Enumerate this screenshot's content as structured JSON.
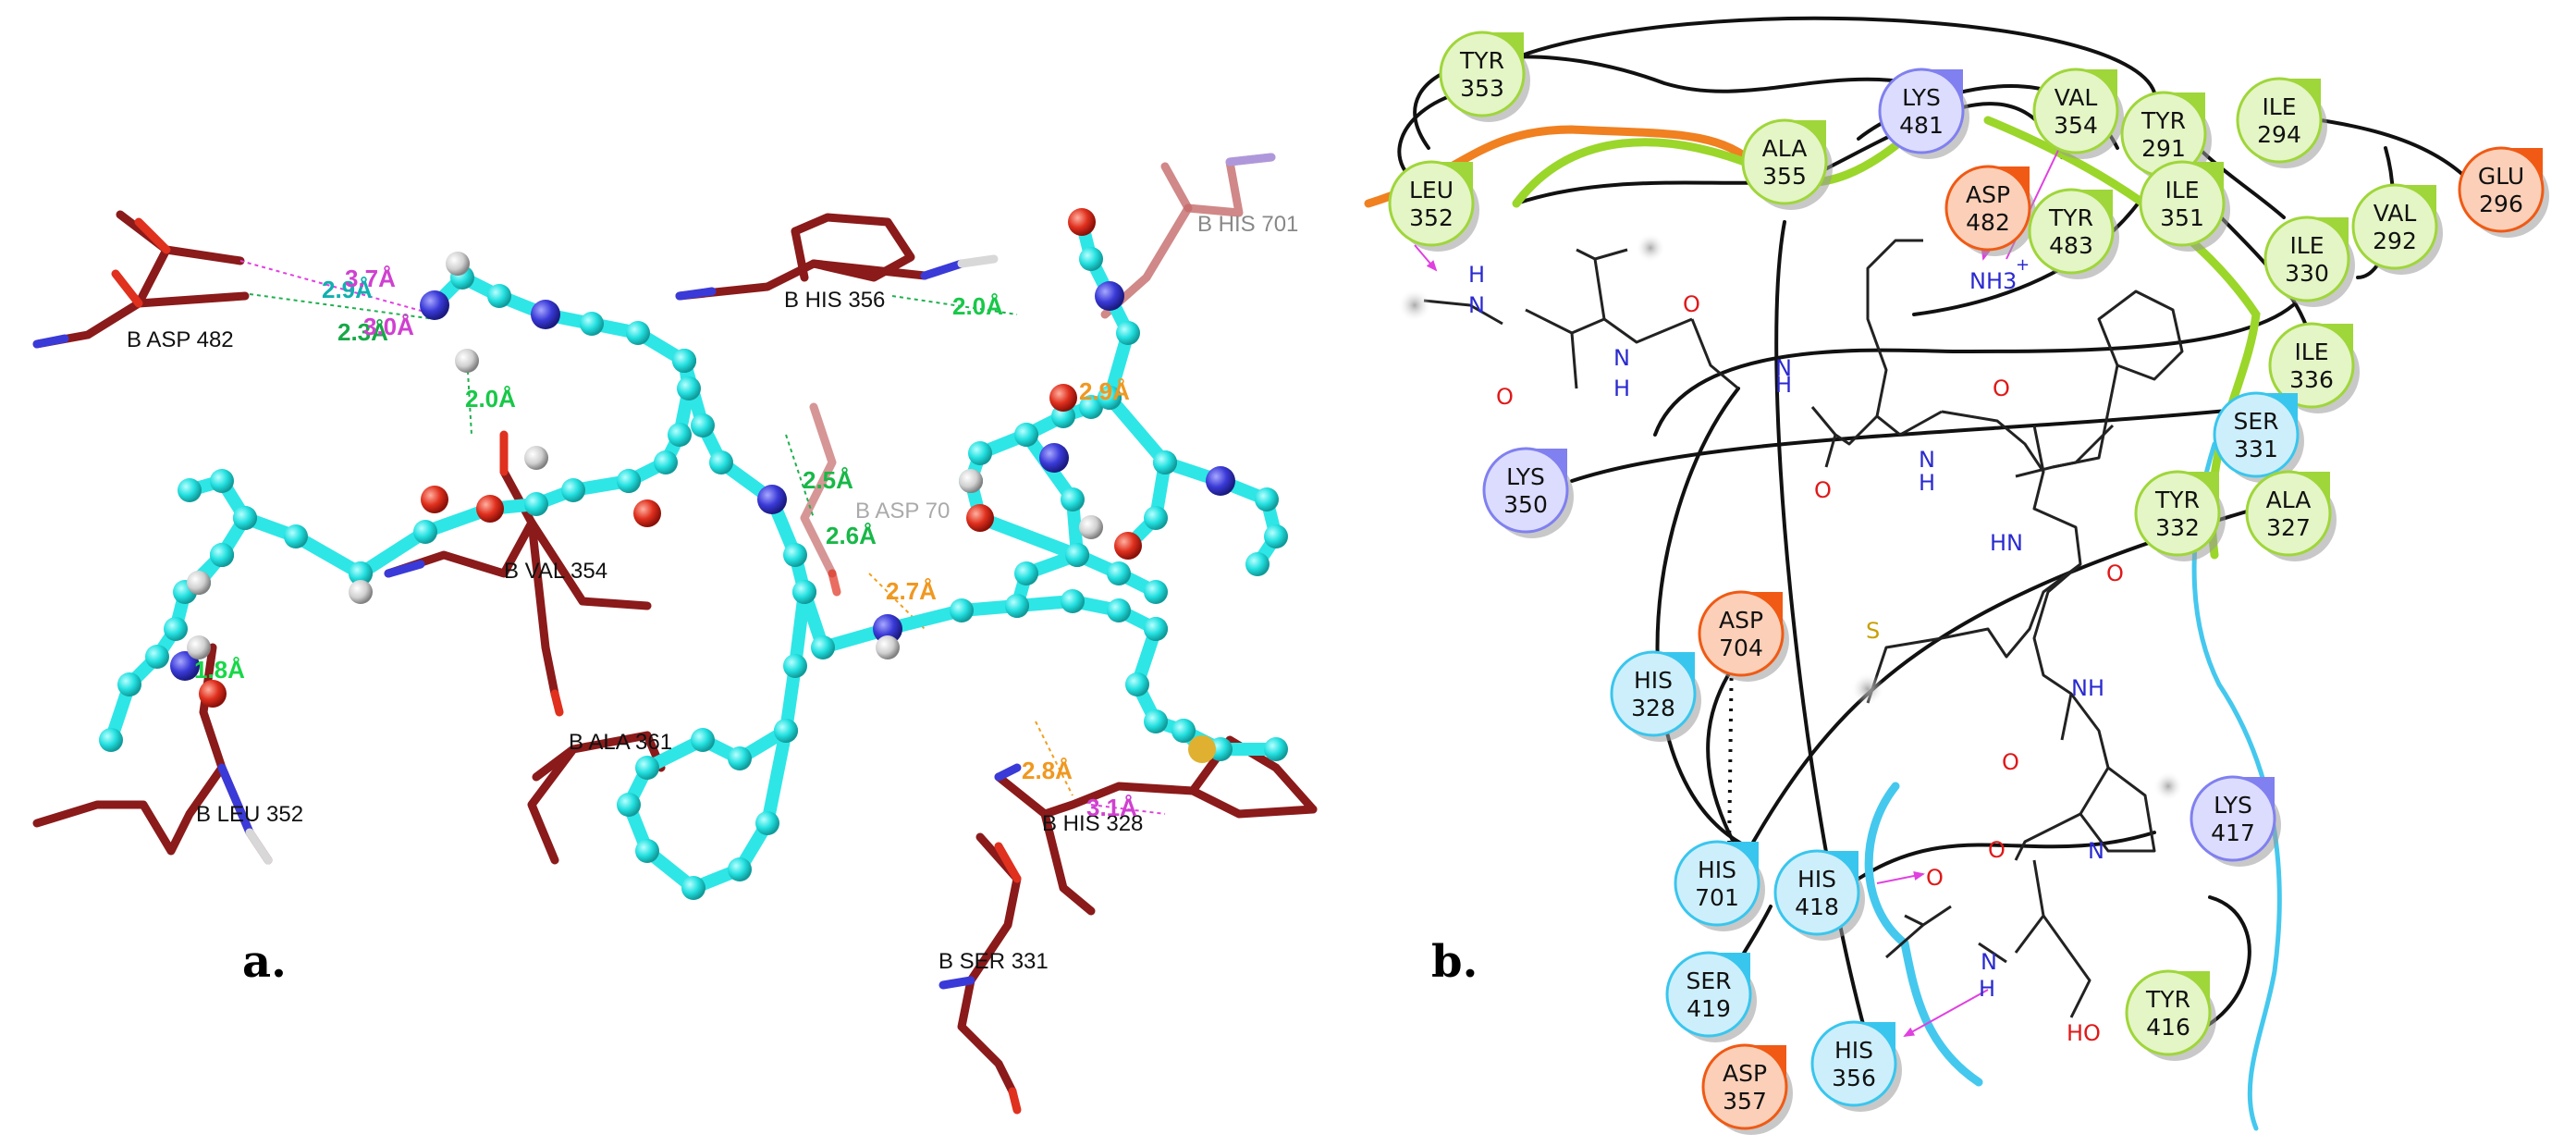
{
  "panel_a": {
    "label": "a.",
    "residue_labels": [
      {
        "id": "asp482",
        "text": "B ASP 482"
      },
      {
        "id": "his356",
        "text": "B HIS 356"
      },
      {
        "id": "his701",
        "text": "B HIS 701"
      },
      {
        "id": "asp704",
        "text": "B ASP 70"
      },
      {
        "id": "val354",
        "text": "B VAL 354"
      },
      {
        "id": "ala361",
        "text": "B ALA 361"
      },
      {
        "id": "leu352",
        "text": "B LEU 352"
      },
      {
        "id": "his328",
        "text": "B HIS 328"
      },
      {
        "id": "ser331",
        "text": "B SER 331"
      }
    ],
    "distance_labels": [
      {
        "id": "d1",
        "text": "2.9Å",
        "kind": "cyan"
      },
      {
        "id": "d2",
        "text": "3.7Å",
        "kind": "magenta"
      },
      {
        "id": "d3",
        "text": "2.3Å",
        "kind": "green"
      },
      {
        "id": "d4",
        "text": "3.0Å",
        "kind": "magenta"
      },
      {
        "id": "d5",
        "text": "2.0Å",
        "kind": "green"
      },
      {
        "id": "d6",
        "text": "2.0Å",
        "kind": "green"
      },
      {
        "id": "d7",
        "text": "2.9Å",
        "kind": "orange"
      },
      {
        "id": "d8",
        "text": "2.5Å",
        "kind": "green"
      },
      {
        "id": "d9",
        "text": "2.6Å",
        "kind": "green"
      },
      {
        "id": "d10",
        "text": "2.7Å",
        "kind": "orange"
      },
      {
        "id": "d11",
        "text": "1.8Å",
        "kind": "green"
      },
      {
        "id": "d12",
        "text": "2.8Å",
        "kind": "orange"
      },
      {
        "id": "d13",
        "text": "3.1Å",
        "kind": "magenta"
      }
    ],
    "colors": {
      "protein": "#8b1a1a",
      "ligand": "#2ee6e6",
      "nitrogen": "#3a3ad8",
      "oxygen": "#e0301e",
      "hydrogen": "#d8d8d8",
      "sulfur": "#d9b43a"
    }
  },
  "panel_b": {
    "label": "b.",
    "residues": [
      {
        "id": "tyr353",
        "name": "TYR",
        "num": "353",
        "type": "hydrophobic"
      },
      {
        "id": "lys481",
        "name": "LYS",
        "num": "481",
        "type": "positive"
      },
      {
        "id": "val354",
        "name": "VAL",
        "num": "354",
        "type": "hydrophobic"
      },
      {
        "id": "tyr291",
        "name": "TYR",
        "num": "291",
        "type": "hydrophobic"
      },
      {
        "id": "ile294",
        "name": "ILE",
        "num": "294",
        "type": "hydrophobic"
      },
      {
        "id": "glu296",
        "name": "GLU",
        "num": "296",
        "type": "negative"
      },
      {
        "id": "leu352",
        "name": "LEU",
        "num": "352",
        "type": "hydrophobic"
      },
      {
        "id": "ala355",
        "name": "ALA",
        "num": "355",
        "type": "hydrophobic"
      },
      {
        "id": "asp482",
        "name": "ASP",
        "num": "482",
        "type": "negative"
      },
      {
        "id": "tyr483",
        "name": "TYR",
        "num": "483",
        "type": "hydrophobic"
      },
      {
        "id": "ile351",
        "name": "ILE",
        "num": "351",
        "type": "hydrophobic"
      },
      {
        "id": "val292",
        "name": "VAL",
        "num": "292",
        "type": "hydrophobic"
      },
      {
        "id": "ile330",
        "name": "ILE",
        "num": "330",
        "type": "hydrophobic"
      },
      {
        "id": "ile336",
        "name": "ILE",
        "num": "336",
        "type": "hydrophobic"
      },
      {
        "id": "ser331",
        "name": "SER",
        "num": "331",
        "type": "polar"
      },
      {
        "id": "lys350",
        "name": "LYS",
        "num": "350",
        "type": "positive"
      },
      {
        "id": "tyr332",
        "name": "TYR",
        "num": "332",
        "type": "hydrophobic"
      },
      {
        "id": "ala327",
        "name": "ALA",
        "num": "327",
        "type": "hydrophobic"
      },
      {
        "id": "asp704",
        "name": "ASP",
        "num": "704",
        "type": "negative"
      },
      {
        "id": "his328",
        "name": "HIS",
        "num": "328",
        "type": "polar"
      },
      {
        "id": "lys417",
        "name": "LYS",
        "num": "417",
        "type": "positive"
      },
      {
        "id": "his701",
        "name": "HIS",
        "num": "701",
        "type": "polar"
      },
      {
        "id": "his418",
        "name": "HIS",
        "num": "418",
        "type": "polar"
      },
      {
        "id": "ser419",
        "name": "SER",
        "num": "419",
        "type": "polar"
      },
      {
        "id": "tyr416",
        "name": "TYR",
        "num": "416",
        "type": "hydrophobic"
      },
      {
        "id": "asp357",
        "name": "ASP",
        "num": "357",
        "type": "negative"
      },
      {
        "id": "his356",
        "name": "HIS",
        "num": "356",
        "type": "polar"
      }
    ],
    "atom_labels": [
      {
        "id": "a1",
        "text": "H"
      },
      {
        "id": "a2",
        "text": "N"
      },
      {
        "id": "a3",
        "text": "O"
      },
      {
        "id": "a4",
        "text": "N"
      },
      {
        "id": "a5",
        "text": "H"
      },
      {
        "id": "a6",
        "text": "O"
      },
      {
        "id": "a7",
        "text": "N"
      },
      {
        "id": "a8",
        "text": "H"
      },
      {
        "id": "a9",
        "text": "O"
      },
      {
        "id": "a10",
        "text": "N"
      },
      {
        "id": "a11",
        "text": "H"
      },
      {
        "id": "a12",
        "text": "O"
      },
      {
        "id": "a13",
        "text": "NH3"
      },
      {
        "id": "a14",
        "text": "+"
      },
      {
        "id": "a15",
        "text": "HN"
      },
      {
        "id": "a16",
        "text": "O"
      },
      {
        "id": "a17",
        "text": "S"
      },
      {
        "id": "a18",
        "text": "NH"
      },
      {
        "id": "a19",
        "text": "O"
      },
      {
        "id": "a20",
        "text": "O"
      },
      {
        "id": "a21",
        "text": "N"
      },
      {
        "id": "a22",
        "text": "O"
      },
      {
        "id": "a23",
        "text": "N"
      },
      {
        "id": "a24",
        "text": "H"
      },
      {
        "id": "a25",
        "text": "HO"
      }
    ],
    "colors": {
      "hydrophobic_fill": "#9fd63a",
      "hydrophobic_light": "#e4f5c6",
      "positive_fill": "#8080f0",
      "positive_light": "#dcdcff",
      "negative_fill": "#f05a14",
      "negative_light": "#fcd0b8",
      "polar_fill": "#39c6ee",
      "polar_light": "#cdeffb",
      "hbond_arrow": "#e040e0",
      "nitrogen_text": "#2a2ad0",
      "oxygen_text": "#e01818",
      "sulfur_text": "#c8a000"
    }
  }
}
